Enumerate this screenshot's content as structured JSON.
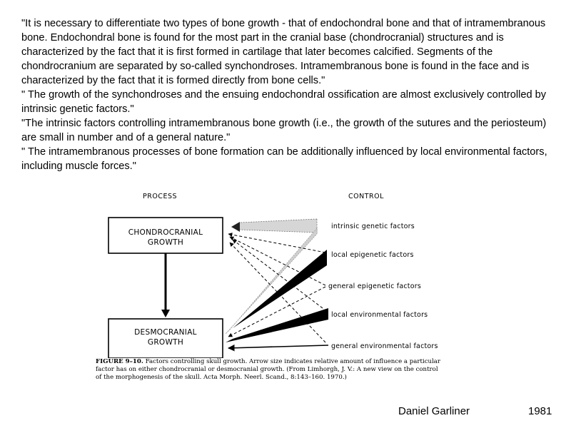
{
  "quote": {
    "paragraphs": [
      "\"It is necessary to differentiate two types of bone growth - that of endochondral bone and that of intramembranous bone. Endochondral bone is found for the most part in the cranial base (chondrocranial) structures and is characterized by the fact that it is first formed in cartilage that later becomes calcified. Segments of the chondrocranium are separated by so-called synchondroses. Intramembranous bone is found in the face and is characterized by the fact that it is formed directly from bone cells.\"",
      "\" The growth of the synchondroses and the ensuing endochondral ossification are almost exclusively controlled by intrinsic genetic factors.\"",
      "\"The intrinsic factors controlling intramembranous bone growth (i.e., the growth of the sutures and the periosteum) are small in number and of a general nature.\"",
      "\" The intramembranous processes of bone formation can be additionally influenced by local environmental factors, including muscle forces.\""
    ]
  },
  "figure": {
    "process_header": "PROCESS",
    "control_header": "CONTROL",
    "box_top": {
      "line1": "CHONDROCRANIAL",
      "line2": "GROWTH"
    },
    "box_bottom": {
      "line1": "DESMOCRANIAL",
      "line2": "GROWTH"
    },
    "factors": [
      "intrinsic genetic factors",
      "local epigenetic factors",
      "general epigenetic factors",
      "local environmental factors",
      "general environmental factors"
    ],
    "caption_label": "FIGURE 9–10.",
    "caption_text": "Factors controlling skull growth. Arrow size indicates relative amount of influence a particular factor has on either chondrocranial or desmocranial growth. (From Limhorgh, J. V.: A new view on the control of the morphogenesis of the skull. Acta Morph. Neerl. Scand., 8:143–160. 1970.)"
  },
  "footer": {
    "author": "Daniel Garliner",
    "year": "1981"
  }
}
